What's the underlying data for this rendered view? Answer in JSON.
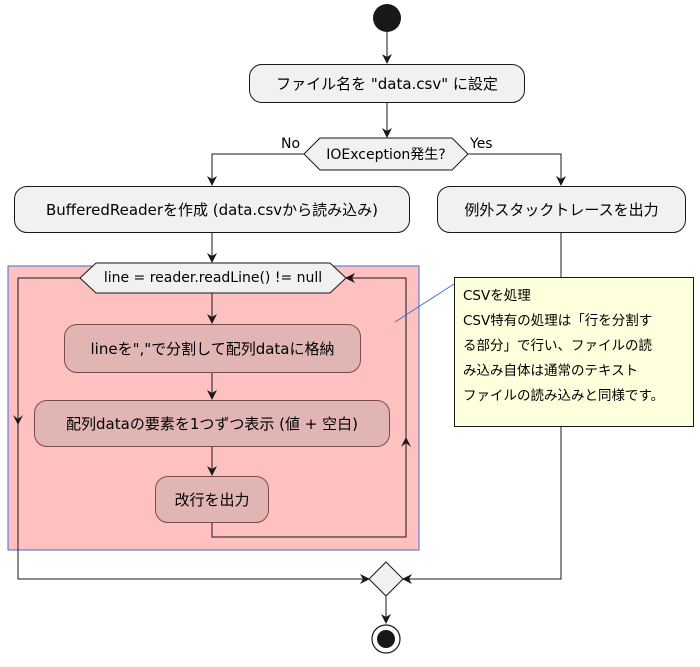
{
  "actions": {
    "set_filename": "ファイル名を \"data.csv\" に設定",
    "create_reader": "BufferedReaderを作成 (data.csvから読み込み)",
    "print_stacktrace": "例外スタックトレースを出力",
    "split_line": "lineを\",\"で分割して配列dataに格納",
    "print_elements": "配列dataの要素を1つずつ表示 (値 + 空白)",
    "print_newline": "改行を出力"
  },
  "decisions": {
    "ioexception": "IOException発生?",
    "no_label": "No",
    "yes_label": "Yes",
    "while_condition": "line = reader.readLine() != null"
  },
  "note": {
    "lines": [
      "CSVを処理",
      "CSV特有の処理は「行を分割す",
      "る部分」で行い、ファイルの読",
      "み込み自体は通常のテキスト",
      "ファイルの読み込みと同様です。"
    ]
  },
  "colors": {
    "action_fill": "#f1f1f1",
    "loop_fill": "#ffc0c0",
    "loop_border": "#3a6fd8",
    "loop_action_fill": "#e2b5b5",
    "note_fill": "#feffdd",
    "line": "#181818"
  }
}
